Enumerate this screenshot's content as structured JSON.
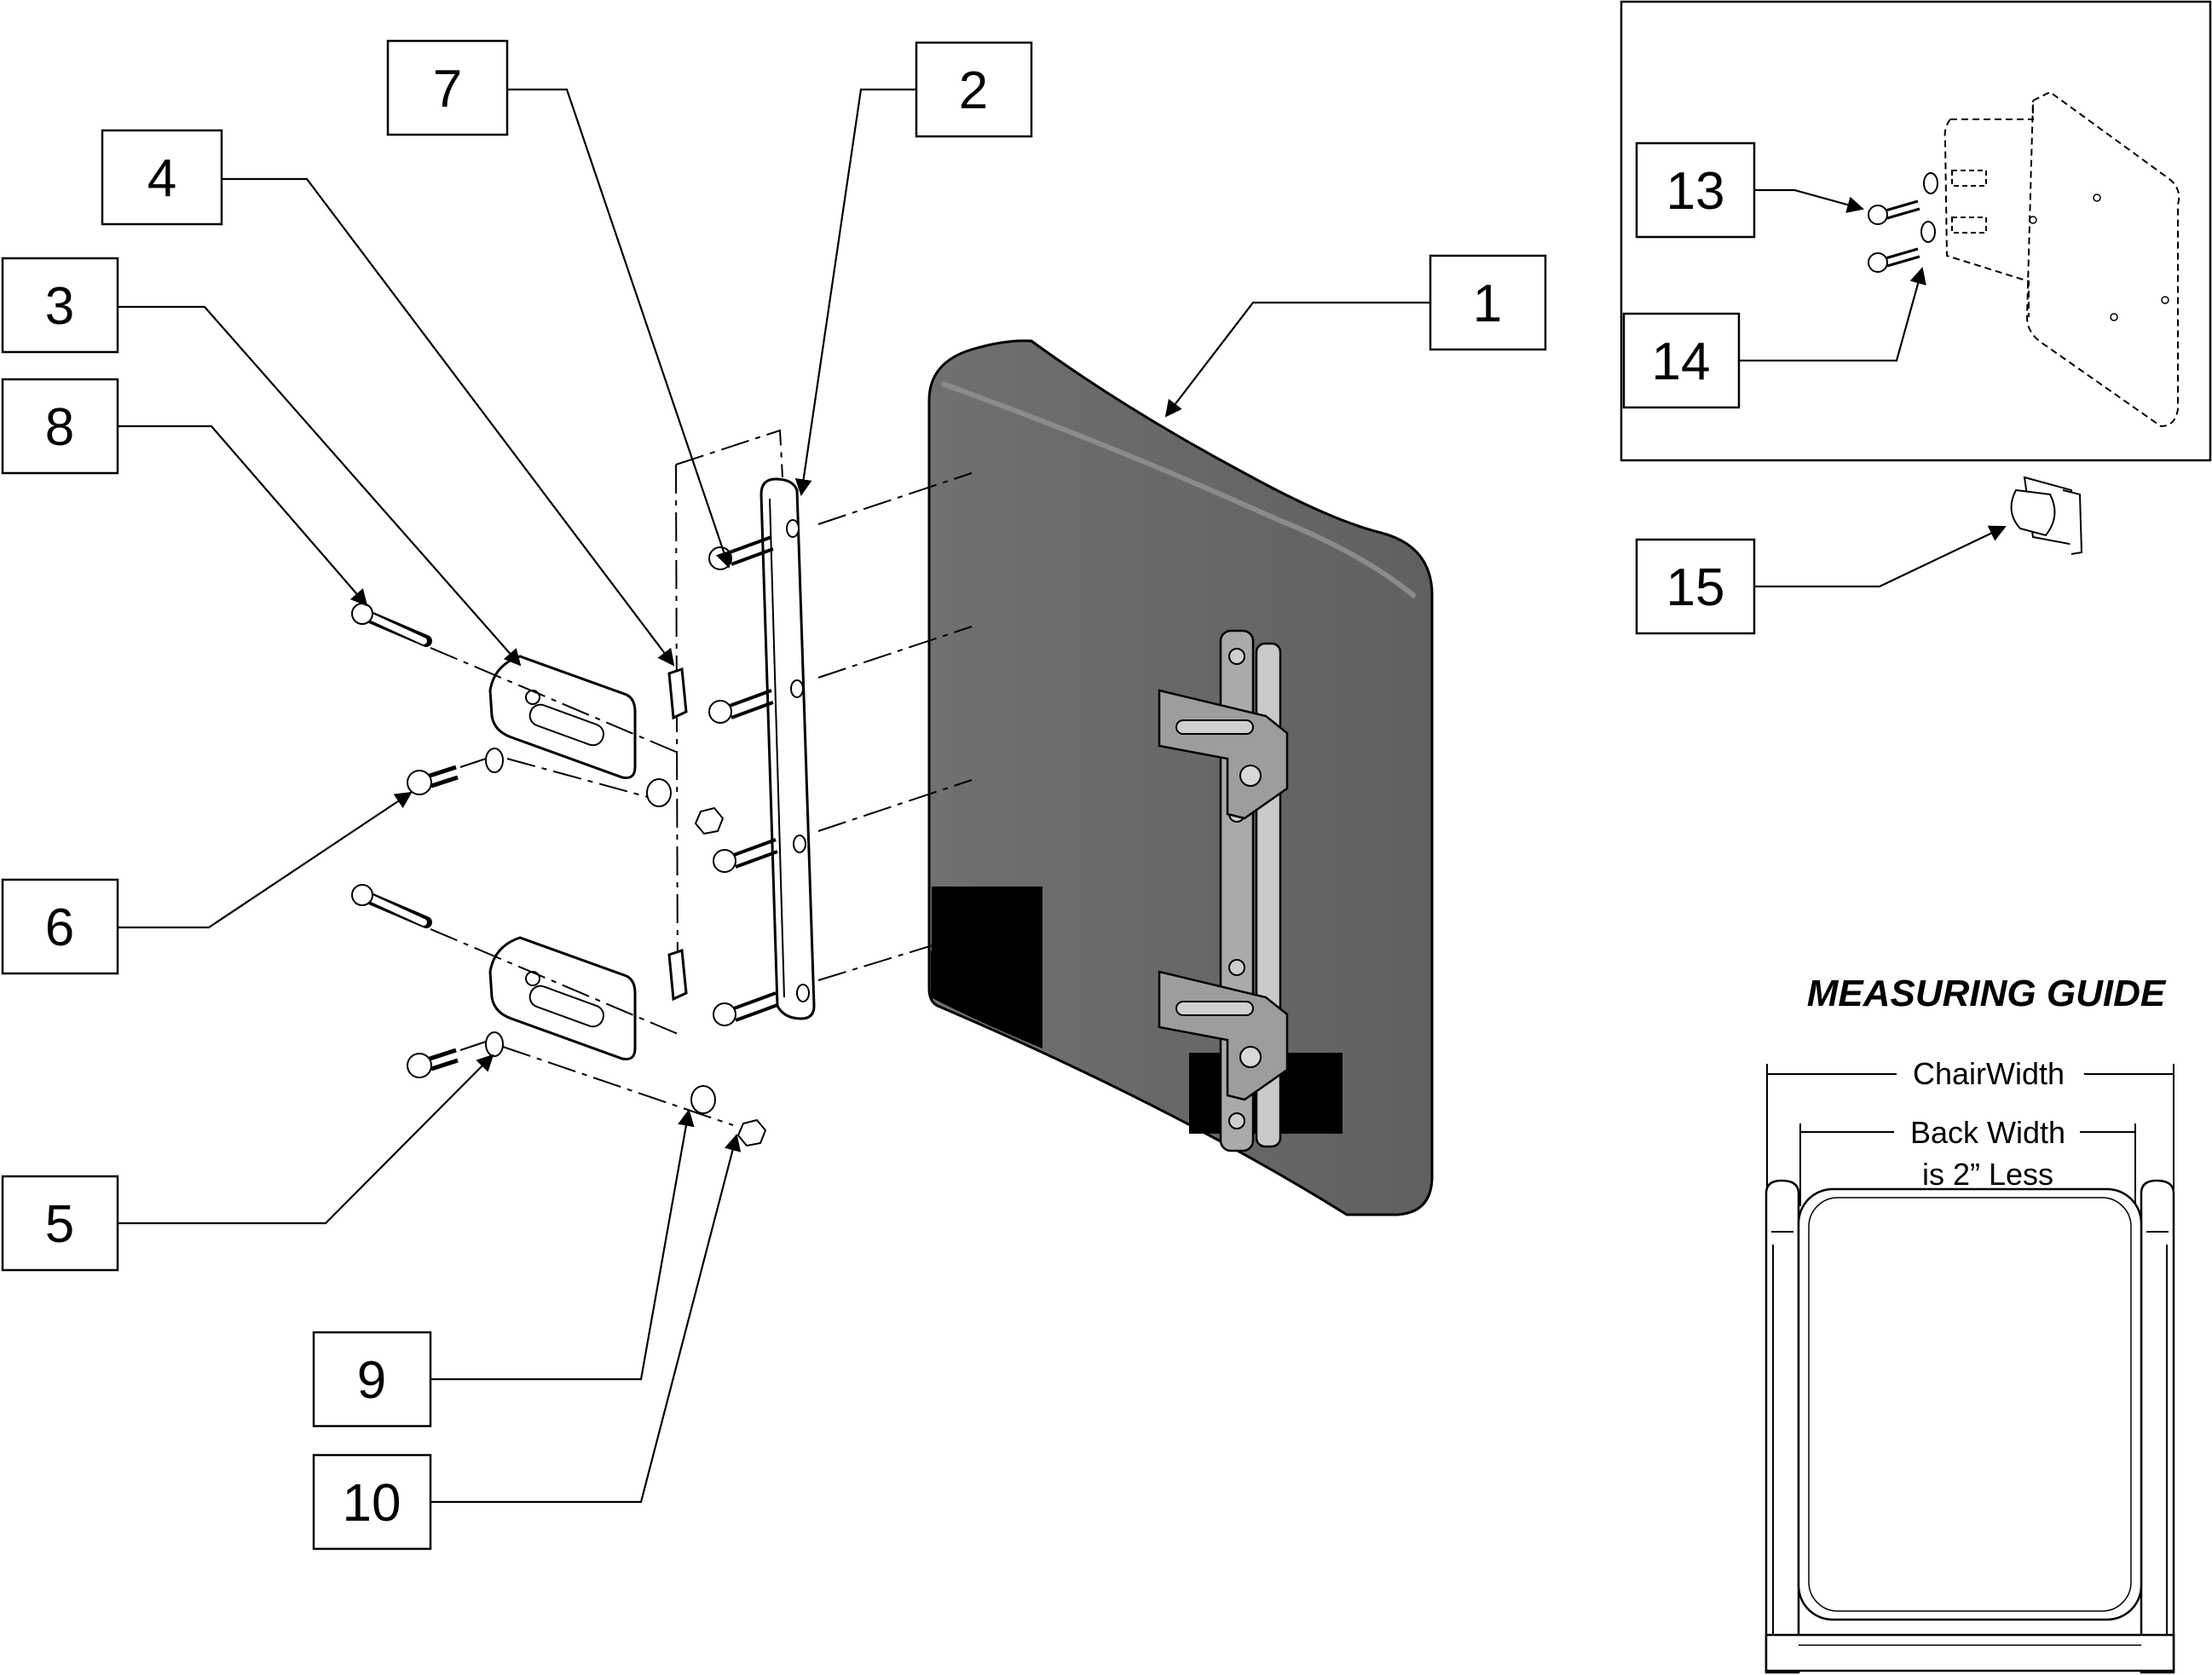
{
  "callouts": [
    {
      "id": "1",
      "label": "1"
    },
    {
      "id": "2",
      "label": "2"
    },
    {
      "id": "3",
      "label": "3"
    },
    {
      "id": "4",
      "label": "4"
    },
    {
      "id": "5",
      "label": "5"
    },
    {
      "id": "6",
      "label": "6"
    },
    {
      "id": "7",
      "label": "7"
    },
    {
      "id": "8",
      "label": "8"
    },
    {
      "id": "9",
      "label": "9"
    },
    {
      "id": "10",
      "label": "10"
    },
    {
      "id": "13",
      "label": "13"
    },
    {
      "id": "14",
      "label": "14"
    },
    {
      "id": "15",
      "label": "15"
    }
  ],
  "measuring_guide": {
    "title": "MEASURING GUIDE",
    "chair_width": "ChairWidth",
    "back_width_line1": "Back Width",
    "back_width_line2": "is 2” Less"
  },
  "colors": {
    "backrest": "#6a6b6d",
    "line": "#000000",
    "background": "#ffffff"
  }
}
